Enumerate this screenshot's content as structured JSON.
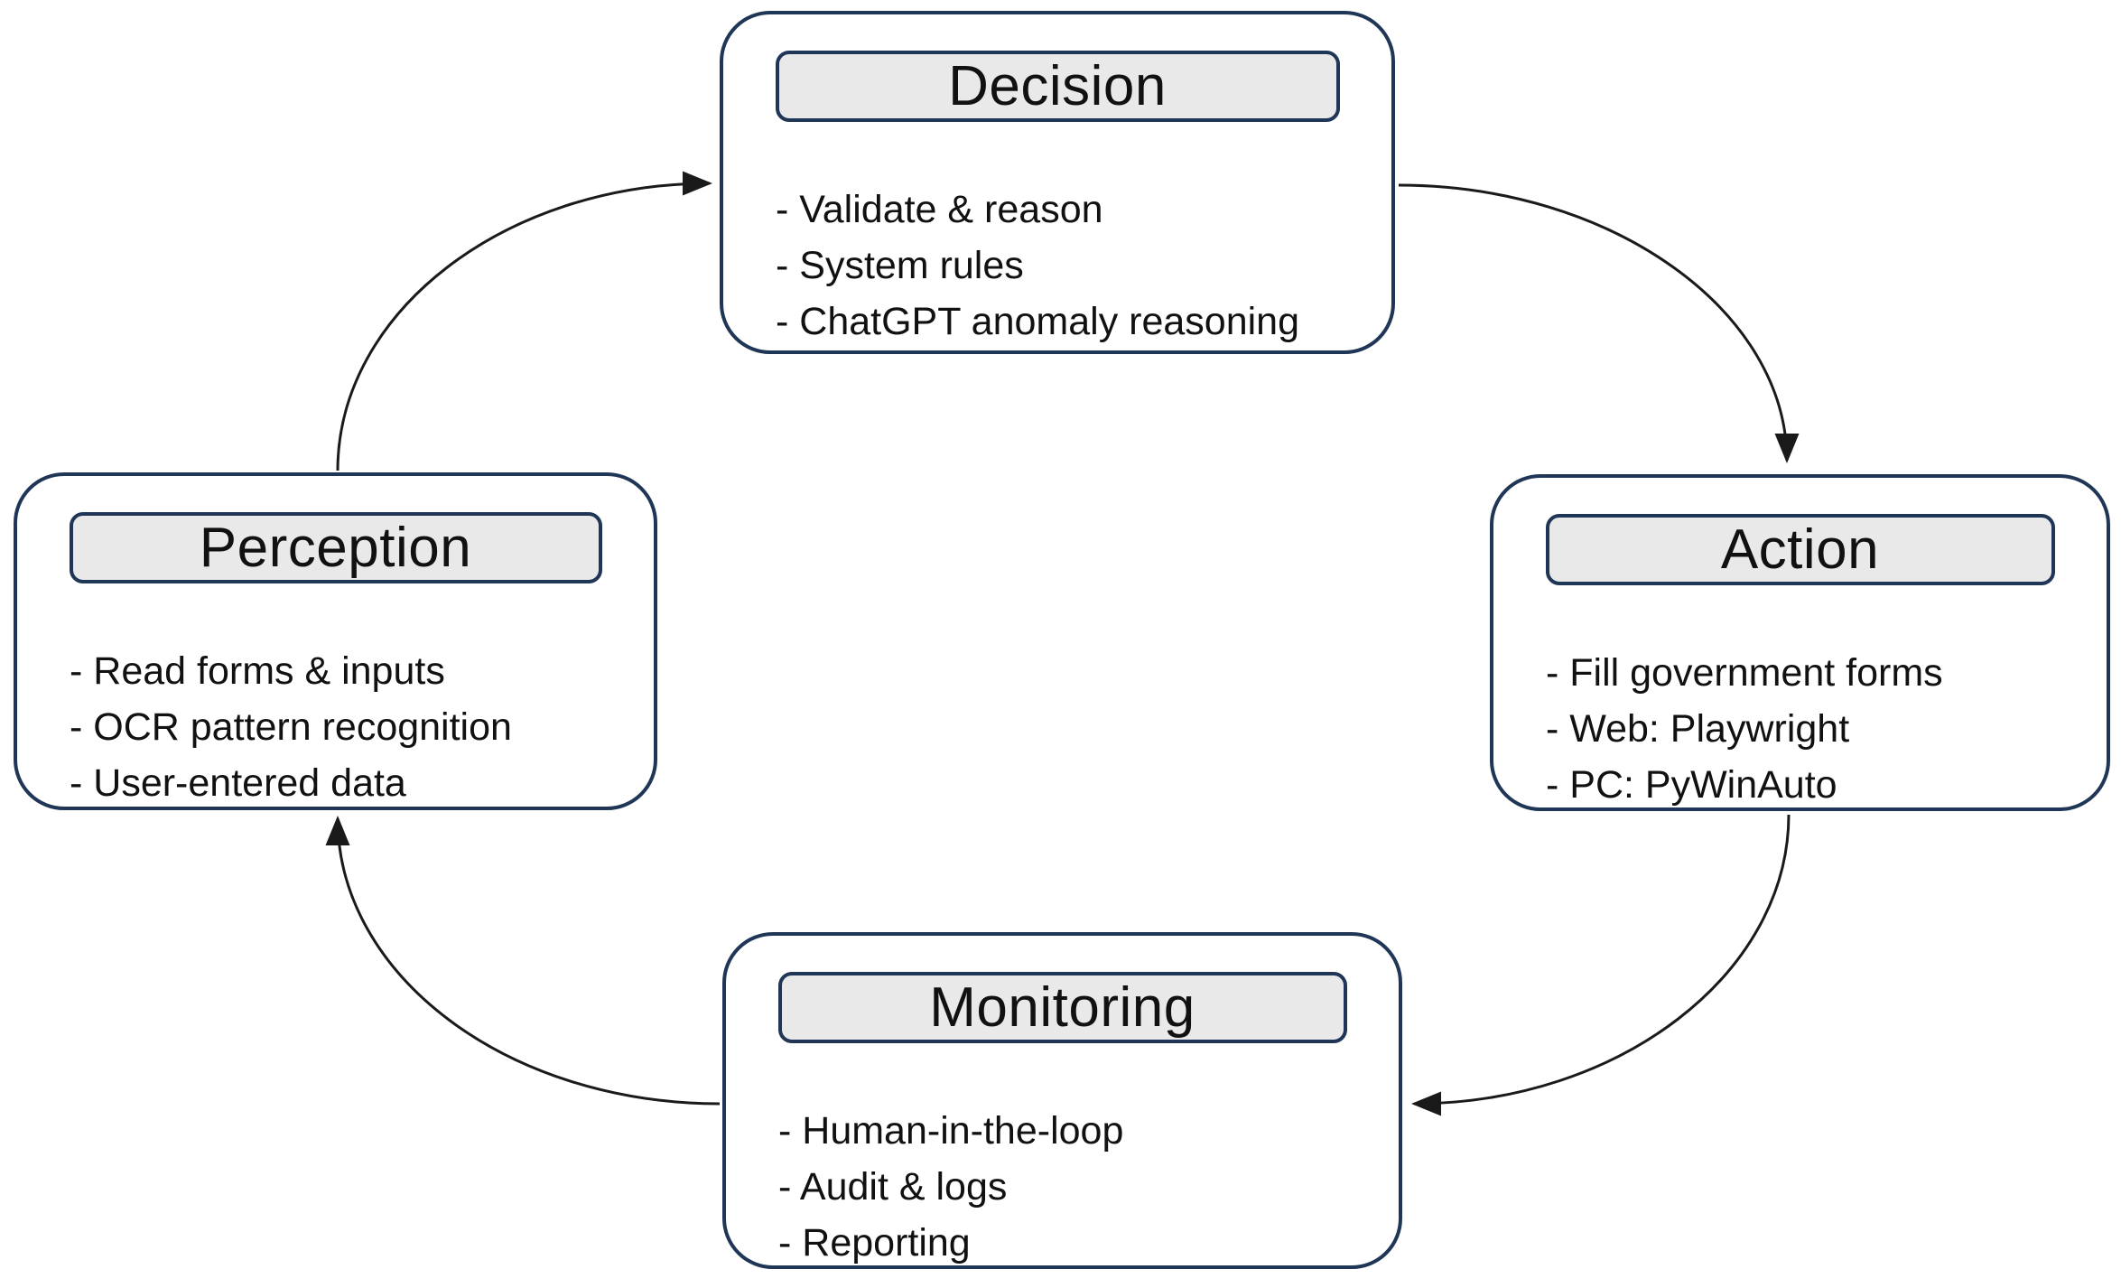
{
  "diagram": {
    "type": "cycle",
    "background": "#ffffff"
  },
  "theme": {
    "navy": "#1f3657",
    "bar-bg": "#e9e9e9",
    "ink": "#111111",
    "arrow": "#1a1a1a",
    "bg": "#ffffff"
  },
  "nodes": [
    {
      "id": "decision",
      "title": "Decision",
      "items": [
        "- Validate & reason",
        "- System rules",
        "- ChatGPT anomaly reasoning"
      ]
    },
    {
      "id": "action",
      "title": "Action",
      "items": [
        "- Fill government forms",
        "- Web: Playwright",
        "- PC: PyWinAuto"
      ]
    },
    {
      "id": "perception",
      "title": "Perception",
      "items": [
        "- Read forms & inputs",
        "- OCR pattern recognition",
        "- User-entered data"
      ]
    },
    {
      "id": "monitoring",
      "title": "Monitoring",
      "items": [
        "- Human-in-the-loop",
        "- Audit & logs",
        "- Reporting"
      ]
    }
  ],
  "edges": [
    {
      "from": "perception",
      "to": "decision"
    },
    {
      "from": "decision",
      "to": "action"
    },
    {
      "from": "action",
      "to": "monitoring"
    },
    {
      "from": "monitoring",
      "to": "perception"
    }
  ]
}
